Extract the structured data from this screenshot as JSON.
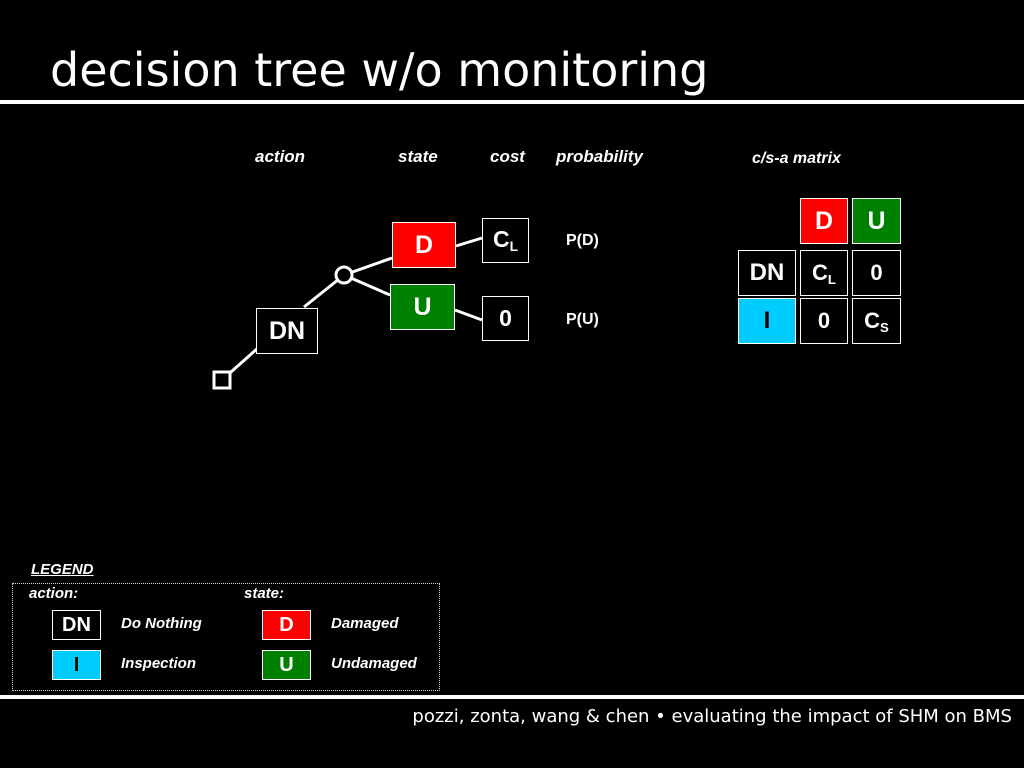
{
  "slide": {
    "title": "decision tree w/o monitoring",
    "footer": "pozzi, zonta, wang & chen  •  evaluating the impact of SHM on BMS"
  },
  "tree": {
    "headers": {
      "action": "action",
      "state": "state",
      "cost": "cost",
      "probability": "probability"
    },
    "action_node": "DN",
    "state_damaged": "D",
    "state_undamaged": "U",
    "cost_damaged_main": "C",
    "cost_damaged_sub": "L",
    "cost_undamaged": "0",
    "prob_damaged": "P(D)",
    "prob_undamaged": "P(U)"
  },
  "matrix": {
    "title": "c/s-a matrix",
    "col_d": "D",
    "col_u": "U",
    "row_dn": "DN",
    "row_i": "I",
    "dn_d_main": "C",
    "dn_d_sub": "L",
    "dn_u": "0",
    "i_d": "0",
    "i_u_main": "C",
    "i_u_sub": "S"
  },
  "legend": {
    "title": "LEGEND",
    "action_label": "action:",
    "state_label": "state:",
    "dn_abbr": "DN",
    "dn_text": "Do Nothing",
    "i_abbr": "I",
    "i_text": "Inspection",
    "d_abbr": "D",
    "d_text": "Damaged",
    "u_abbr": "U",
    "u_text": "Undamaged"
  },
  "colors": {
    "background": "#000000",
    "damaged": "#ff0000",
    "undamaged": "#008000",
    "inspection": "#00ccff",
    "foreground": "#ffffff"
  }
}
